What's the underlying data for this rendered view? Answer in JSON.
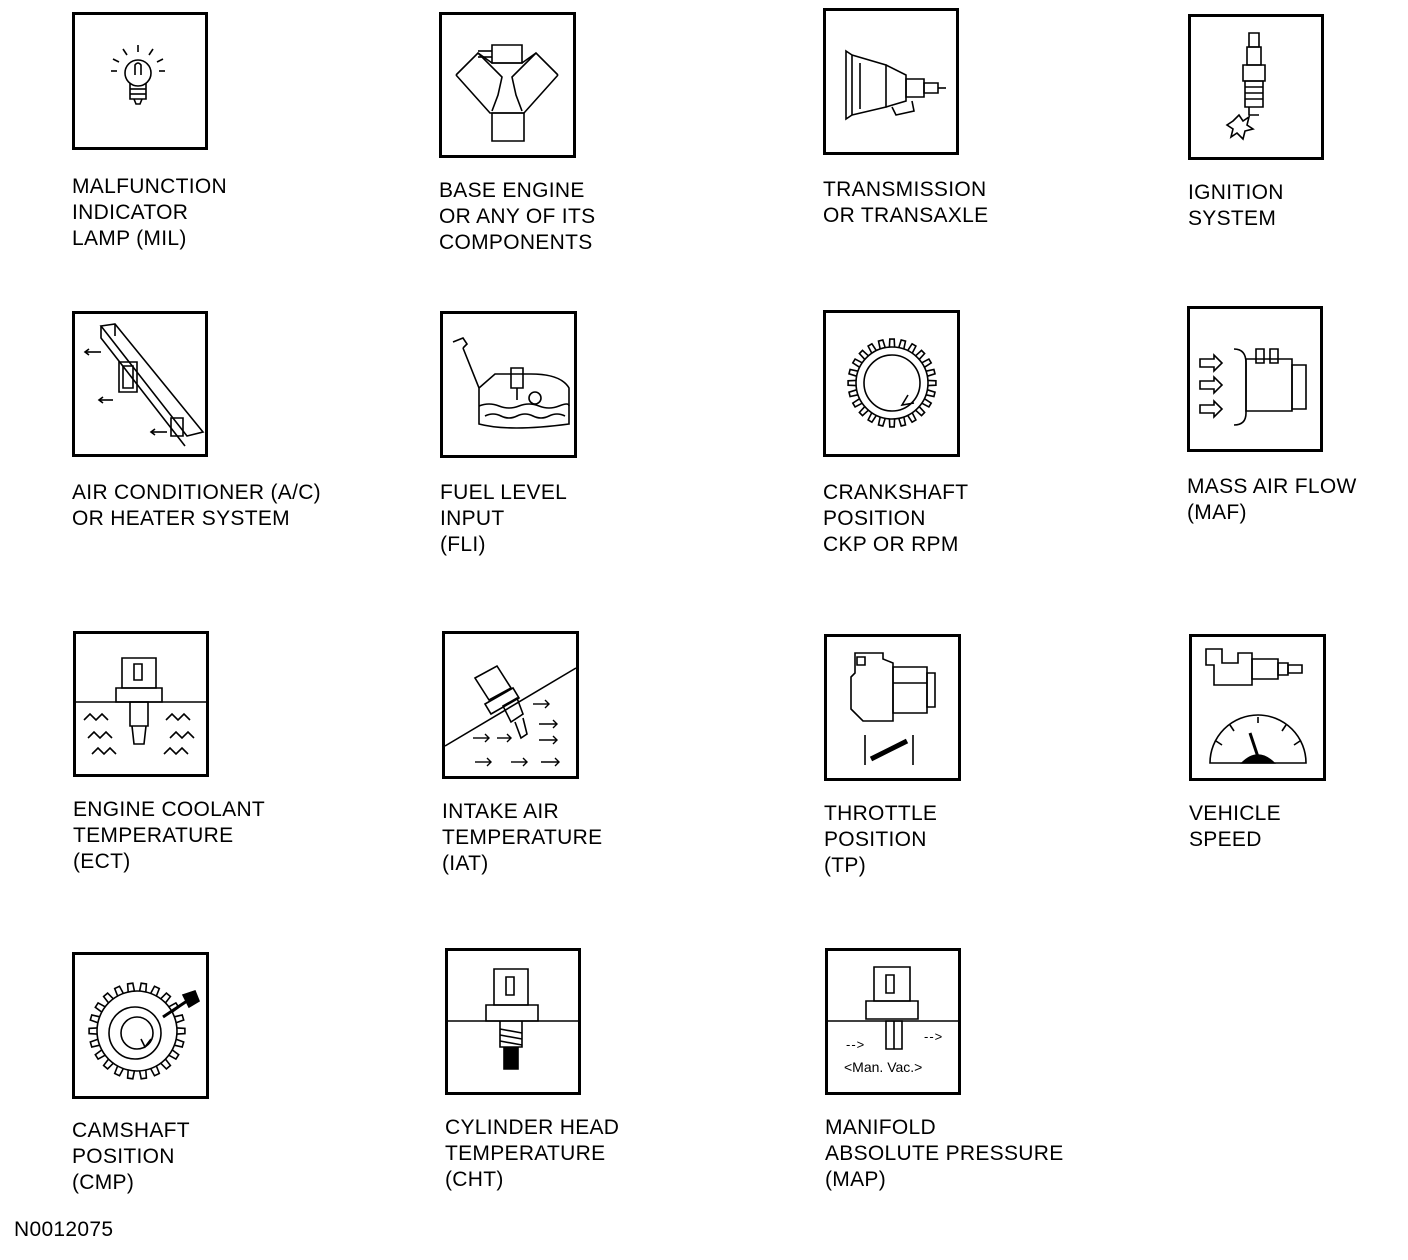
{
  "symbols": [
    {
      "id": "mil",
      "icon": "light-bulb-icon",
      "lines": [
        "MALFUNCTION",
        "INDICATOR",
        "LAMP (MIL)"
      ]
    },
    {
      "id": "engine",
      "icon": "v-engine-icon",
      "lines": [
        "BASE ENGINE",
        "OR ANY OF ITS",
        "COMPONENTS"
      ]
    },
    {
      "id": "trans",
      "icon": "transmission-icon",
      "lines": [
        "TRANSMISSION",
        "OR TRANSAXLE"
      ]
    },
    {
      "id": "ign",
      "icon": "spark-plug-icon",
      "lines": [
        "IGNITION",
        "SYSTEM"
      ]
    },
    {
      "id": "ac",
      "icon": "hvac-duct-icon",
      "lines": [
        "AIR CONDITIONER (A/C)",
        "OR HEATER SYSTEM"
      ]
    },
    {
      "id": "fli",
      "icon": "fuel-tank-icon",
      "lines": [
        "FUEL LEVEL",
        "INPUT",
        "(FLI)"
      ]
    },
    {
      "id": "ckp",
      "icon": "crankshaft-wheel-icon",
      "lines": [
        "CRANKSHAFT",
        "POSITION",
        "CKP OR RPM"
      ]
    },
    {
      "id": "maf",
      "icon": "mass-air-flow-sensor-icon",
      "lines": [
        "MASS AIR FLOW",
        "(MAF)"
      ]
    },
    {
      "id": "ect",
      "icon": "coolant-sensor-icon",
      "lines": [
        "ENGINE COOLANT",
        "TEMPERATURE",
        "(ECT)"
      ]
    },
    {
      "id": "iat",
      "icon": "intake-air-sensor-icon",
      "lines": [
        "INTAKE AIR",
        "TEMPERATURE",
        "(IAT)"
      ]
    },
    {
      "id": "tp",
      "icon": "throttle-sensor-icon",
      "lines": [
        "THROTTLE",
        "POSITION",
        "(TP)"
      ]
    },
    {
      "id": "vss",
      "icon": "speedometer-sensor-icon",
      "lines": [
        "VEHICLE",
        "SPEED"
      ]
    },
    {
      "id": "cmp",
      "icon": "camshaft-gear-icon",
      "lines": [
        "CAMSHAFT",
        "POSITION",
        "(CMP)"
      ]
    },
    {
      "id": "cht",
      "icon": "cylinder-head-sensor-icon",
      "lines": [
        "CYLINDER HEAD",
        "TEMPERATURE",
        "(CHT)"
      ]
    },
    {
      "id": "map",
      "icon": "manifold-pressure-sensor-icon",
      "lines": [
        "MANIFOLD",
        "ABSOLUTE PRESSURE",
        "(MAP)"
      ]
    }
  ],
  "map_icon_text": {
    "vacuum_label": "<Man. Vac.>",
    "arrow_left": "-->",
    "arrow_right": "-->"
  },
  "figure_id": "N0012075"
}
